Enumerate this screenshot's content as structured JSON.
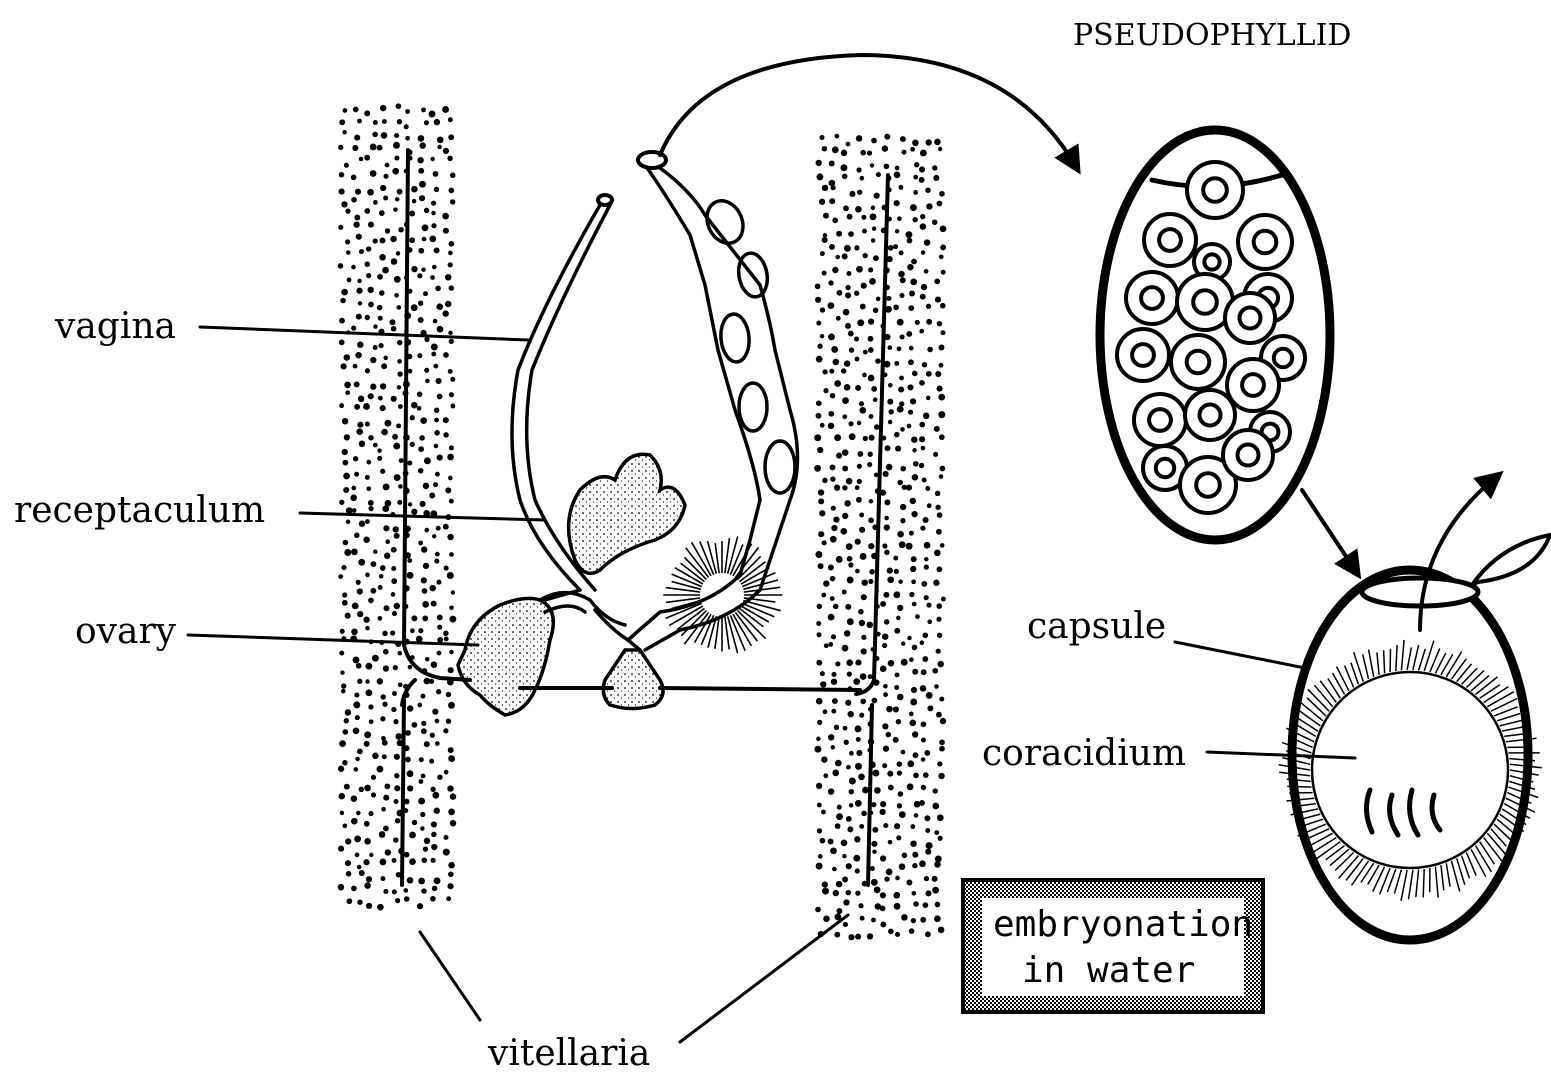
{
  "title": "PSEUDOPHYLLID",
  "labels": {
    "vagina": "vagina",
    "receptaculum": "receptaculum",
    "ovary": "ovary",
    "vitellaria": "vitellaria",
    "capsule": "capsule",
    "coracidium": "coracidium"
  },
  "box": {
    "line1": "embryonation",
    "line2": "in water"
  }
}
